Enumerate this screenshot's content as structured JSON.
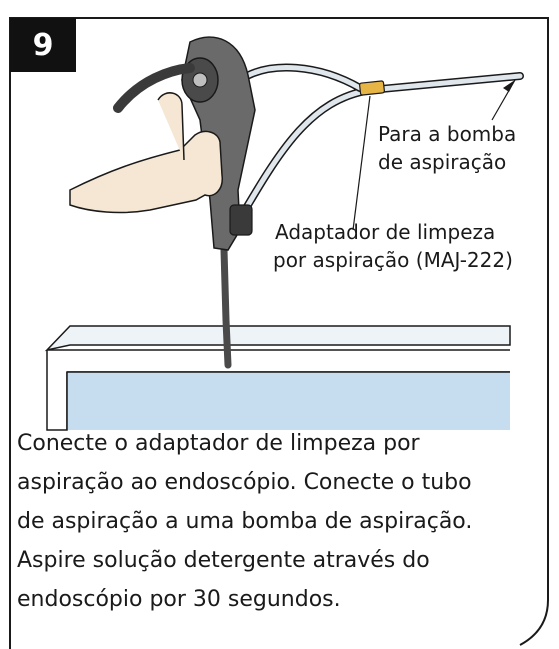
{
  "step": {
    "number": "9"
  },
  "labels": {
    "pump_line1": "Para a bomba",
    "pump_line2": "de aspiração",
    "adapter_line1": "Adaptador de limpeza",
    "adapter_line2": "por aspiração (MAJ-222)"
  },
  "caption": {
    "lines": [
      "Conecte o adaptador de limpeza por",
      "aspiração ao endoscópio. Conecte o tubo",
      "de aspiração a uma bomba de aspiração.",
      "Aspire solução detergente através do",
      "endoscópio por 30 segundos."
    ]
  },
  "colors": {
    "frame": "#1a1a1a",
    "basin_fill": "#dceaf5",
    "basin_water": "#c6dcef",
    "hand": "#f5e7d4",
    "scope_dark": "#4a4a4a",
    "tube": "#dfe6ec"
  }
}
